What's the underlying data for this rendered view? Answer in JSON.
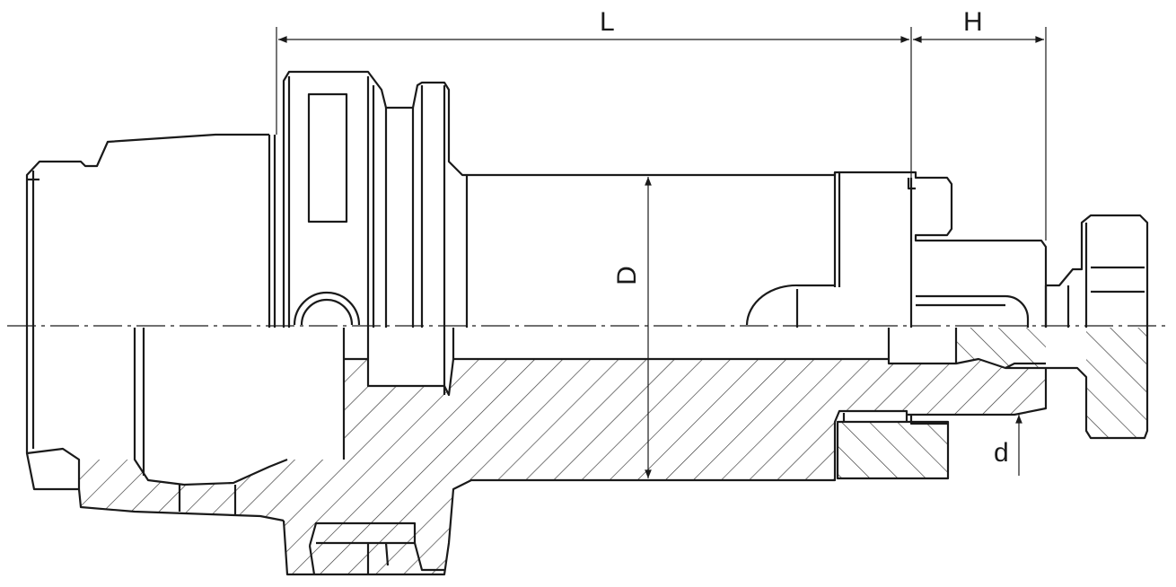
{
  "dimensions": {
    "L": "L",
    "H": "H",
    "D": "D",
    "d": "d"
  },
  "colors": {
    "line": "#1a1a1a",
    "hatch": "#333333",
    "background": "#ffffff"
  }
}
